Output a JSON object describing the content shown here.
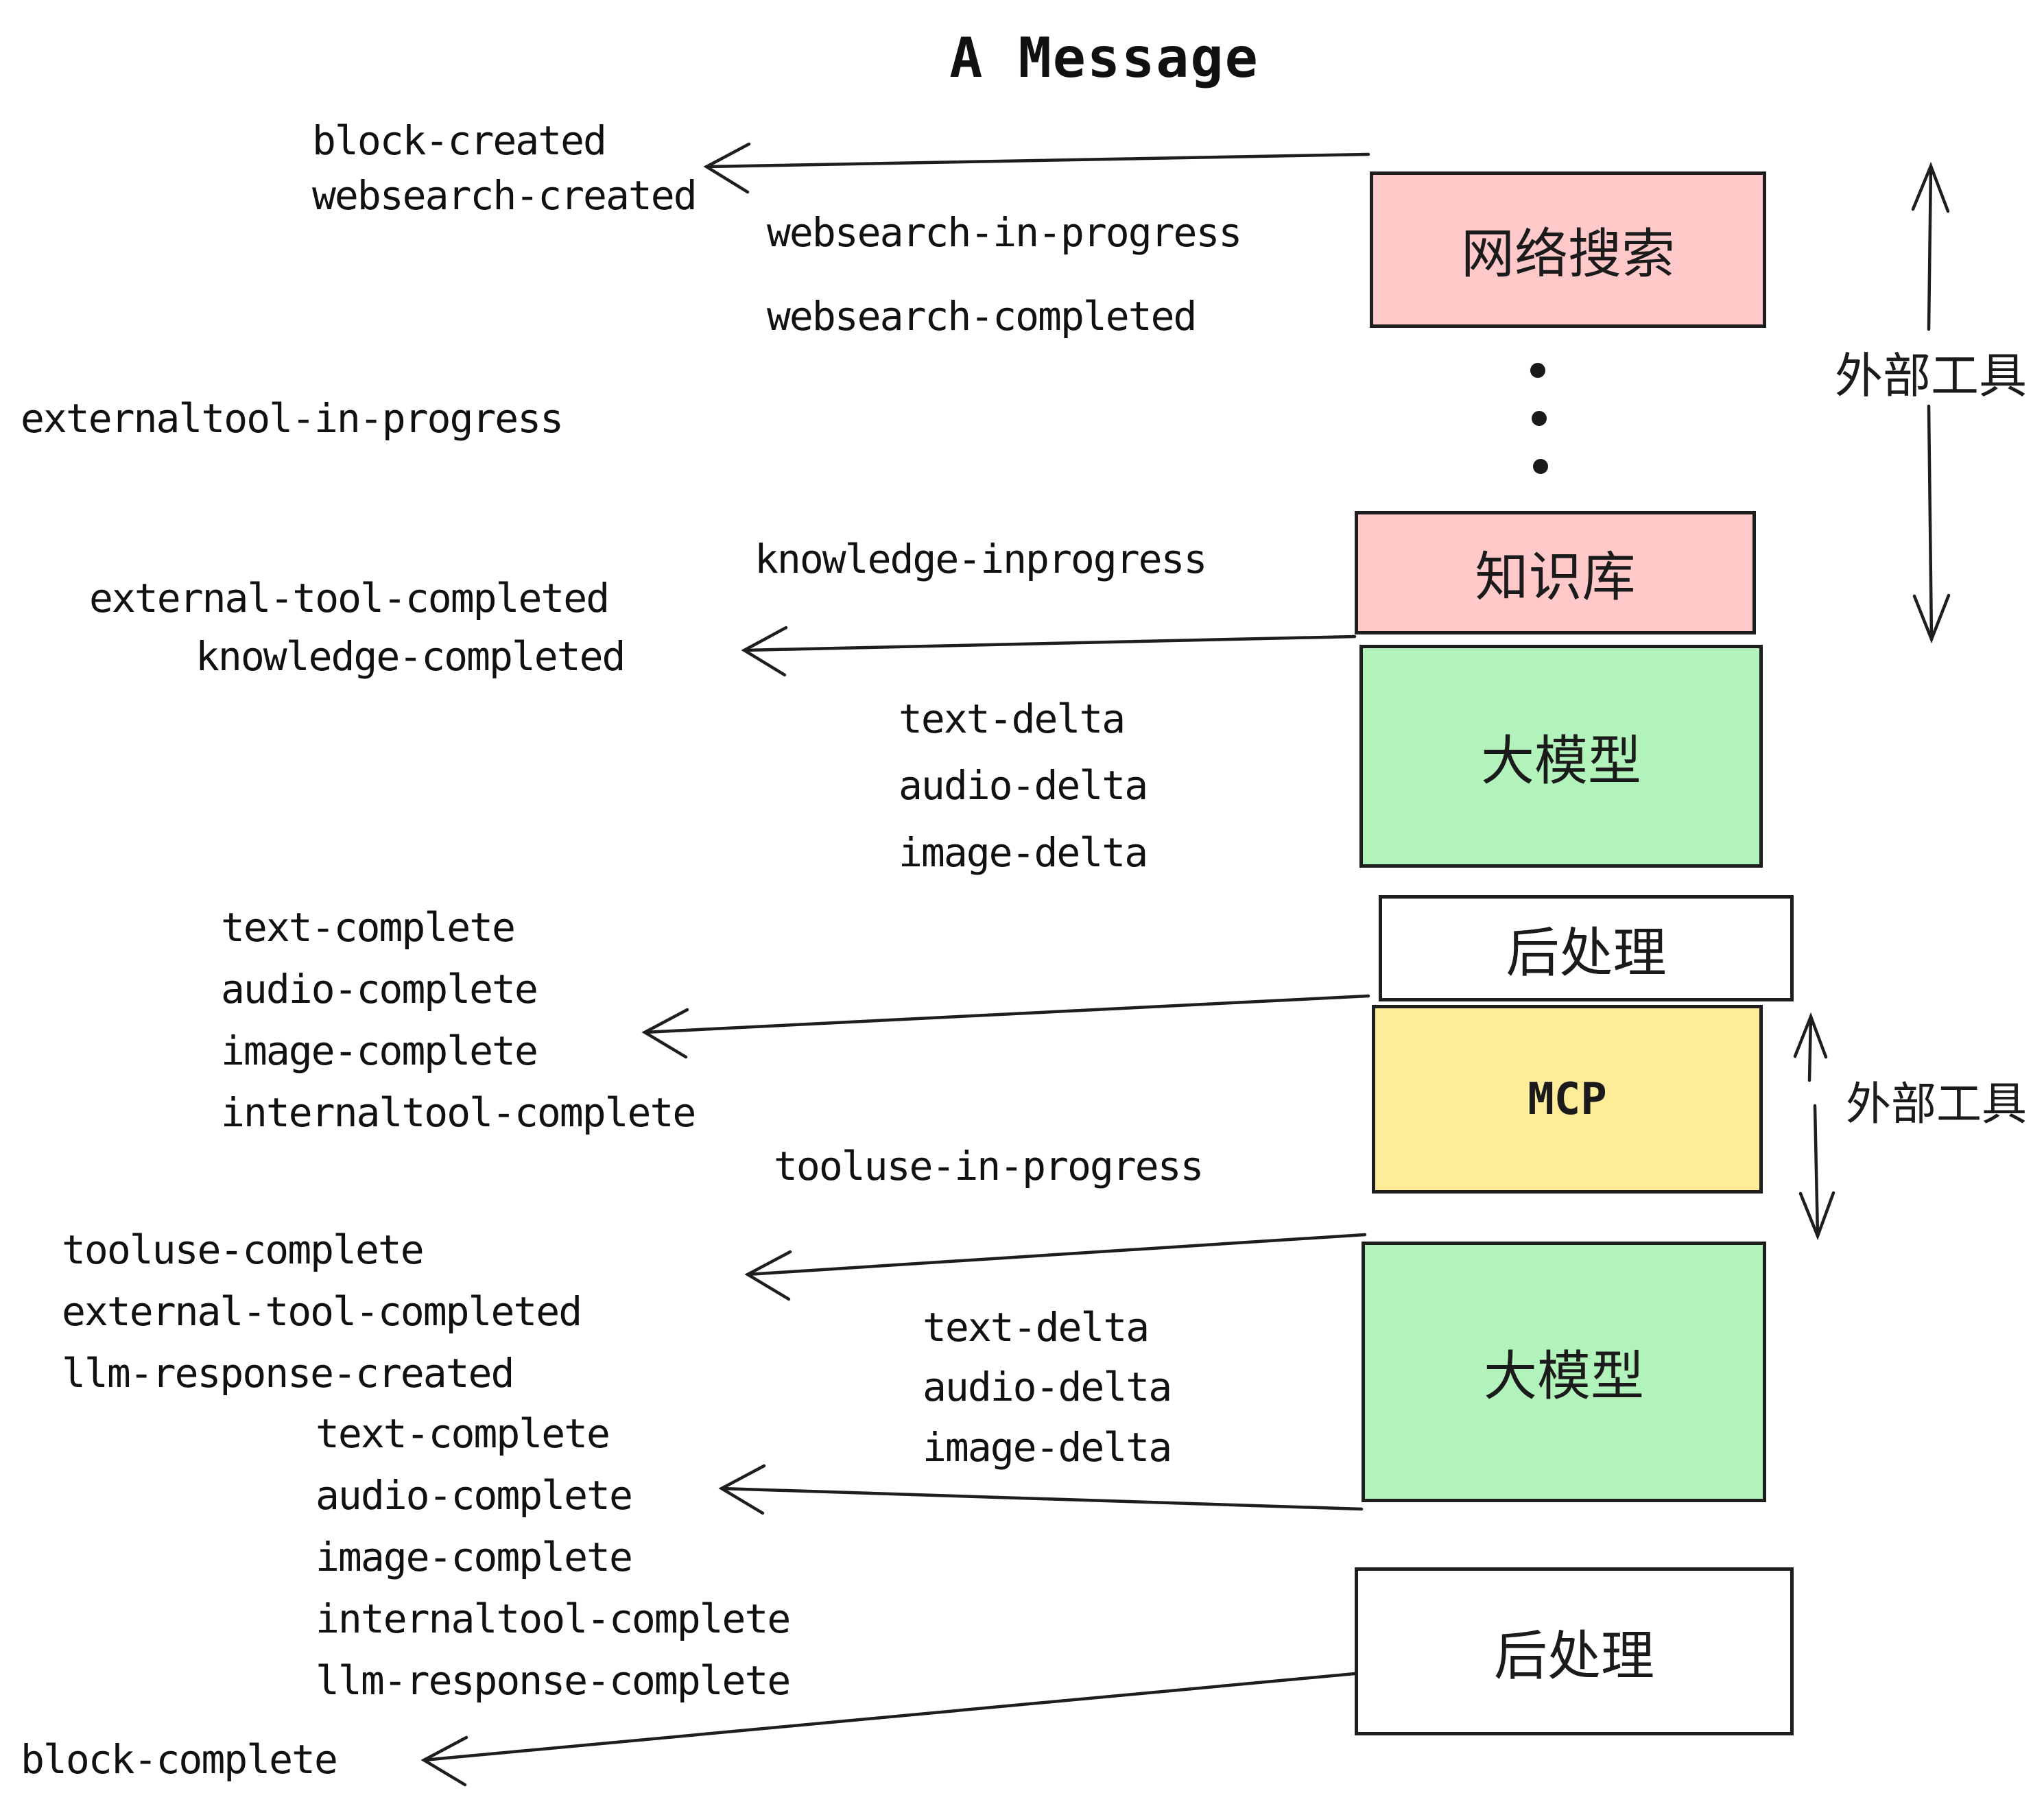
{
  "title": "A Message",
  "events": [
    {
      "text": "block-created"
    },
    {
      "text": "websearch-created"
    },
    {
      "text": "websearch-in-progress"
    },
    {
      "text": "websearch-completed"
    },
    {
      "text": "externaltool-in-progress"
    },
    {
      "text": "knowledge-inprogress"
    },
    {
      "text": "external-tool-completed"
    },
    {
      "text": "knowledge-completed"
    },
    {
      "text": "text-delta"
    },
    {
      "text": "audio-delta"
    },
    {
      "text": "image-delta"
    },
    {
      "text": "text-complete"
    },
    {
      "text": "audio-complete"
    },
    {
      "text": "image-complete"
    },
    {
      "text": "internaltool-complete"
    },
    {
      "text": "tooluse-in-progress"
    },
    {
      "text": "tooluse-complete"
    },
    {
      "text": "external-tool-completed"
    },
    {
      "text": "llm-response-created"
    },
    {
      "text": "text-complete"
    },
    {
      "text": "audio-complete"
    },
    {
      "text": "image-complete"
    },
    {
      "text": "internaltool-complete"
    },
    {
      "text": "llm-response-complete"
    },
    {
      "text": "text-delta"
    },
    {
      "text": "audio-delta"
    },
    {
      "text": "image-delta"
    },
    {
      "text": "block-complete"
    }
  ],
  "boxes": [
    {
      "id": "web-search",
      "label": "网络搜索",
      "color": "#ffc9c9"
    },
    {
      "id": "knowledge-base",
      "label": "知识库",
      "color": "#ffc9c9"
    },
    {
      "id": "llm-1",
      "label": "大模型",
      "color": "#b2f2bb"
    },
    {
      "id": "post-process-1",
      "label": "后处理",
      "color": "#ffffff"
    },
    {
      "id": "mcp",
      "label": "MCP",
      "color": "#ffec99"
    },
    {
      "id": "llm-2",
      "label": "大模型",
      "color": "#b2f2bb"
    },
    {
      "id": "post-process-2",
      "label": "后处理",
      "color": "#ffffff"
    }
  ],
  "annotations": [
    {
      "label": "外部工具"
    },
    {
      "label": "外部工具"
    }
  ],
  "colors": {
    "stroke": "#1e1e1e",
    "text": "#111111",
    "pink": "#ffc9c9",
    "green": "#b2f2bb",
    "yellow": "#ffec99",
    "white": "#ffffff"
  }
}
